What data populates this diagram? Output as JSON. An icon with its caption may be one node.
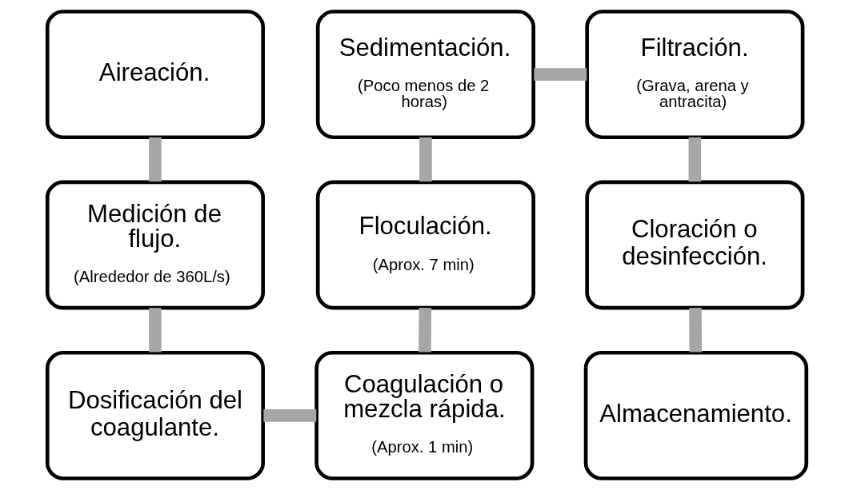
{
  "diagram": {
    "nodes": [
      {
        "text": [
          "Aireación."
        ]
      },
      {
        "text": [
          "Medición de flujo.",
          "(Alrededor de 360L/s)"
        ]
      },
      {
        "text": [
          "Dosificación del coagulante."
        ]
      },
      {
        "text": [
          "Coagulación o mezcla rápida.",
          "(Aprox. 1 min)"
        ]
      },
      {
        "text": [
          "Floculación.",
          "(Aprox. 7 min)"
        ]
      },
      {
        "text": [
          "Sedimentación.",
          "(Poco menos de 2 horas)"
        ]
      },
      {
        "text": [
          "Filtración.",
          "(Grava, arena y antracita)"
        ]
      },
      {
        "text": [
          "Cloración o desinfección."
        ]
      },
      {
        "text": [
          "Almacenamiento."
        ]
      }
    ],
    "edges": [
      {
        "from": 0,
        "to": 1,
        "arrow": "none"
      },
      {
        "from": 1,
        "to": 2,
        "arrow": "none"
      },
      {
        "from": 2,
        "to": 3,
        "arrow": "none"
      },
      {
        "from": 3,
        "to": 4,
        "arrow": "none"
      },
      {
        "from": 4,
        "to": 5,
        "arrow": "none"
      },
      {
        "from": 5,
        "to": 6,
        "arrow": "none"
      },
      {
        "from": 6,
        "to": 7,
        "arrow": "none"
      },
      {
        "from": 7,
        "to": 8,
        "arrow": "none"
      }
    ]
  }
}
